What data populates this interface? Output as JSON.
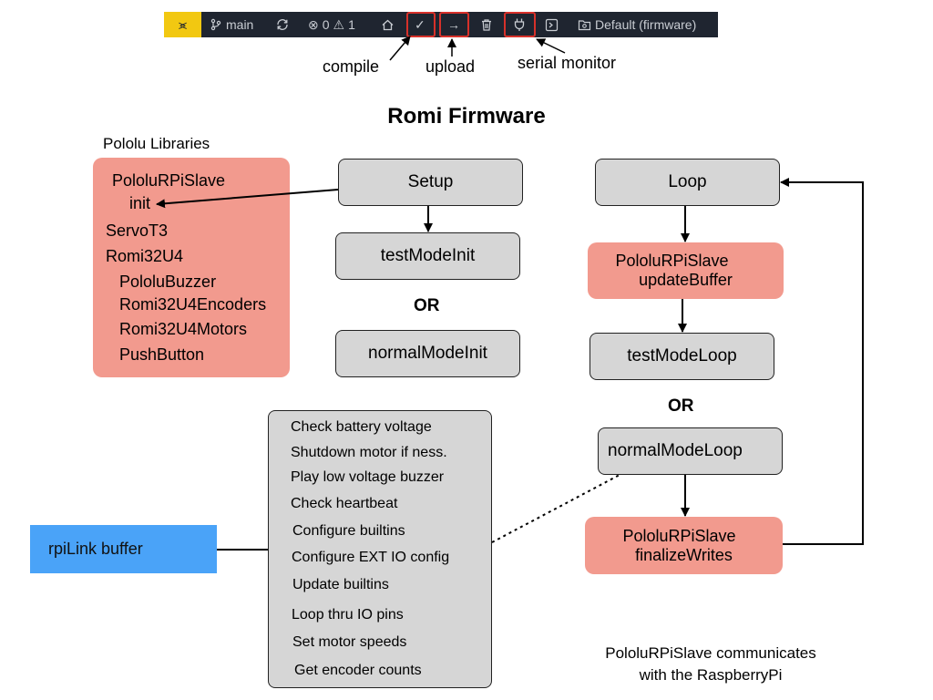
{
  "statusbar": {
    "branch": "main",
    "errors": "0",
    "warnings": "1",
    "env": "Default (firmware)"
  },
  "callouts": {
    "compile": "compile",
    "upload": "upload",
    "serial_monitor": "serial monitor"
  },
  "title": "Romi Firmware",
  "libraries": {
    "heading": "Pololu Libraries",
    "items": [
      "PololuRPiSlave",
      "init",
      "ServoT3",
      "Romi32U4",
      "PololuBuzzer",
      "Romi32U4Encoders",
      "Romi32U4Motors",
      "PushButton"
    ]
  },
  "setup_flow": {
    "setup": "Setup",
    "test_init": "testModeInit",
    "or": "OR",
    "normal_init": "normalModeInit"
  },
  "loop_flow": {
    "loop": "Loop",
    "update_line1": "PololuRPiSlave",
    "update_line2": "updateBuffer",
    "test_loop": "testModeLoop",
    "or": "OR",
    "normal_loop": "normalModeLoop",
    "finalize_line1": "PololuRPiSlave",
    "finalize_line2": "finalizeWrites"
  },
  "tasks": [
    "Check battery voltage",
    "Shutdown motor if ness.",
    "Play low voltage buzzer",
    "Check heartbeat",
    "Configure builtins",
    "Configure EXT IO config",
    "Update builtins",
    "Loop thru IO pins",
    "Set motor speeds",
    "Get encoder counts"
  ],
  "rpilink": "rpiLink buffer",
  "note": {
    "line1": "PololuRPiSlave communicates",
    "line2": "with the RaspberryPi"
  },
  "colors": {
    "statusbar_bg": "#1f2530",
    "remote_yellow": "#f2c811",
    "highlight_red": "#d8312a",
    "library_salmon": "#f29a8e",
    "box_grey": "#d6d6d6",
    "rpilink_blue": "#4aa3f8"
  }
}
